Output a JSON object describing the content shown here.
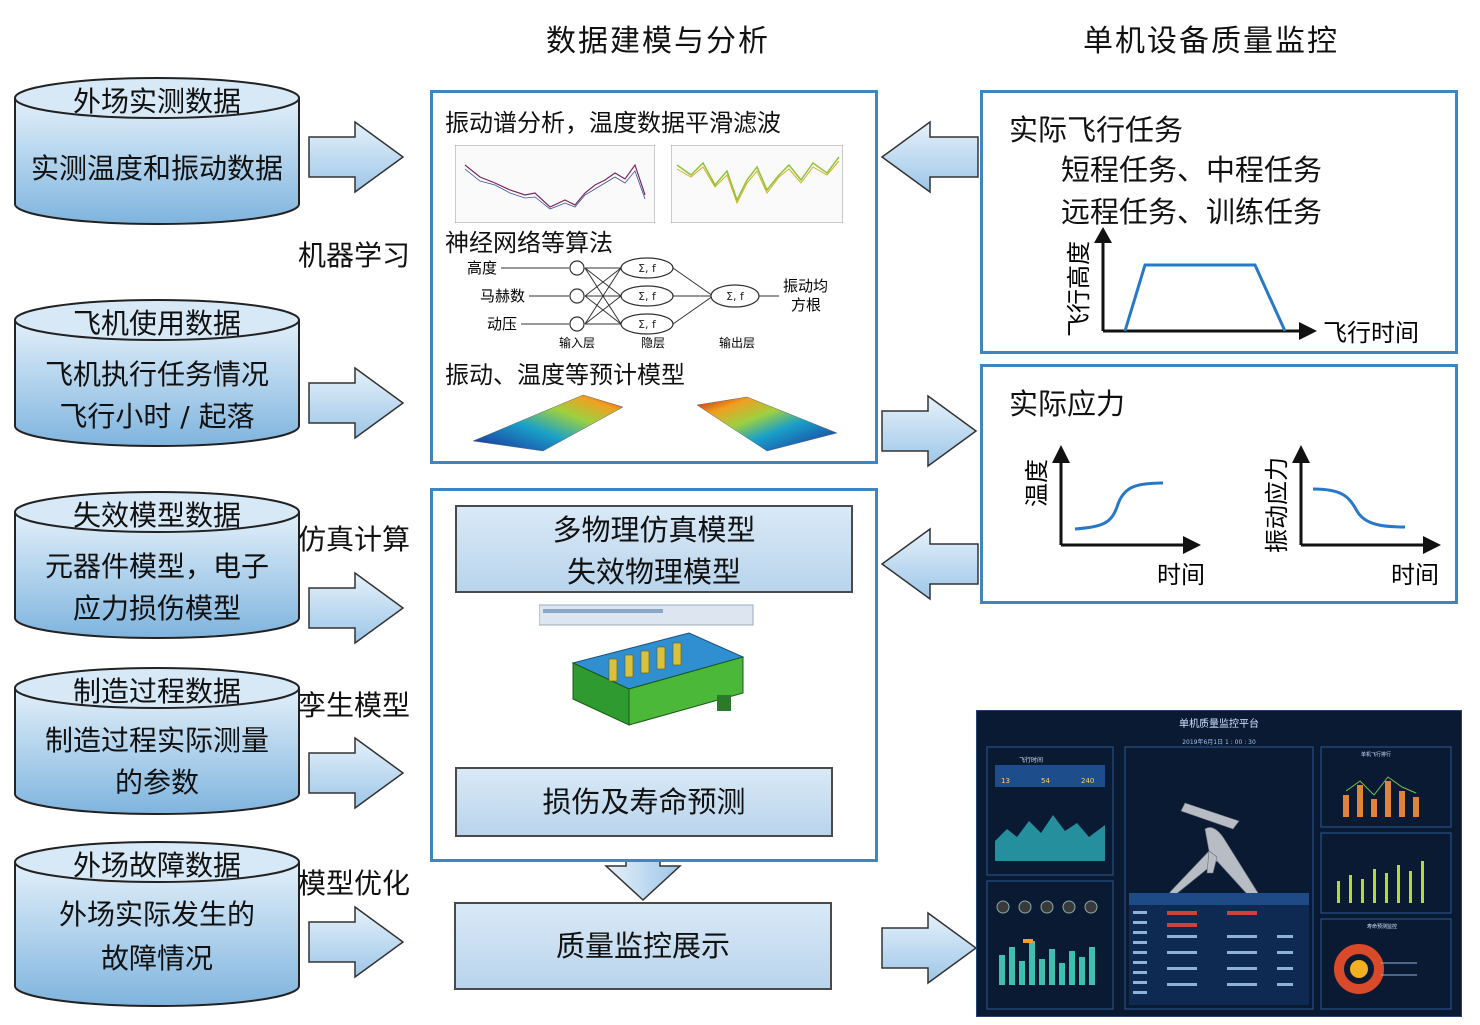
{
  "header": {
    "col_analysis": "数据建模与分析",
    "col_monitor": "单机设备质量监控"
  },
  "sources": [
    {
      "title": "外场实测数据",
      "lines": [
        "实测温度和振动数据"
      ]
    },
    {
      "title": "飞机使用数据",
      "lines": [
        "飞机执行任务情况",
        "飞行小时 / 起落"
      ]
    },
    {
      "title": "失效模型数据",
      "lines": [
        "元器件模型，电子",
        "应力损伤模型"
      ]
    },
    {
      "title": "制造过程数据",
      "lines": [
        "制造过程实际测量",
        "的参数"
      ]
    },
    {
      "title": "外场故障数据",
      "lines": [
        "外场实际发生的",
        "故障情况"
      ]
    }
  ],
  "side_labels": {
    "ml": "机器学习",
    "sim": "仿真计算",
    "twin": "孪生模型",
    "opt": "模型优化"
  },
  "analysis_panel": {
    "vib_title": "振动谱分析，温度数据平滑滤波",
    "nn_title": "神经网络等算法",
    "nn_inputs": [
      "高度",
      "马赫数",
      "动压"
    ],
    "nn_output": [
      "振动均",
      "方根"
    ],
    "nn_layers": [
      "输入层",
      "隐层",
      "输出层"
    ],
    "pred_title": "振动、温度等预计模型"
  },
  "sim_panel": {
    "model_box": [
      "多物理仿真模型",
      "失效物理模型"
    ],
    "predict_box": "损伤及寿命预测"
  },
  "display_box": "质量监控展示",
  "mission_panel": {
    "title": "实际飞行任务",
    "line1": "短程任务、中程任务",
    "line2": "远程任务、训练任务",
    "ylabel": "飞行高度",
    "xlabel": "飞行时间"
  },
  "stress_panel": {
    "title": "实际应力",
    "chart1_y": "温度",
    "chart1_x": "时间",
    "chart2_y": "振动应力",
    "chart2_x": "时间"
  },
  "dashboard": {
    "title": "单机质量监控平台",
    "date": "2019年6月1日   1 : 00 : 30",
    "left_top": "飞行时间",
    "stats": [
      "13",
      "54",
      "240"
    ],
    "right_top": "单机飞行排行",
    "right_bottom": "寿命预测监控"
  },
  "colors": {
    "panel_border": "#3d86c1",
    "box_fill": "#c6ddf1",
    "cyl_fill": "#8fc0e3",
    "dash_bg": "#0b1a33"
  }
}
